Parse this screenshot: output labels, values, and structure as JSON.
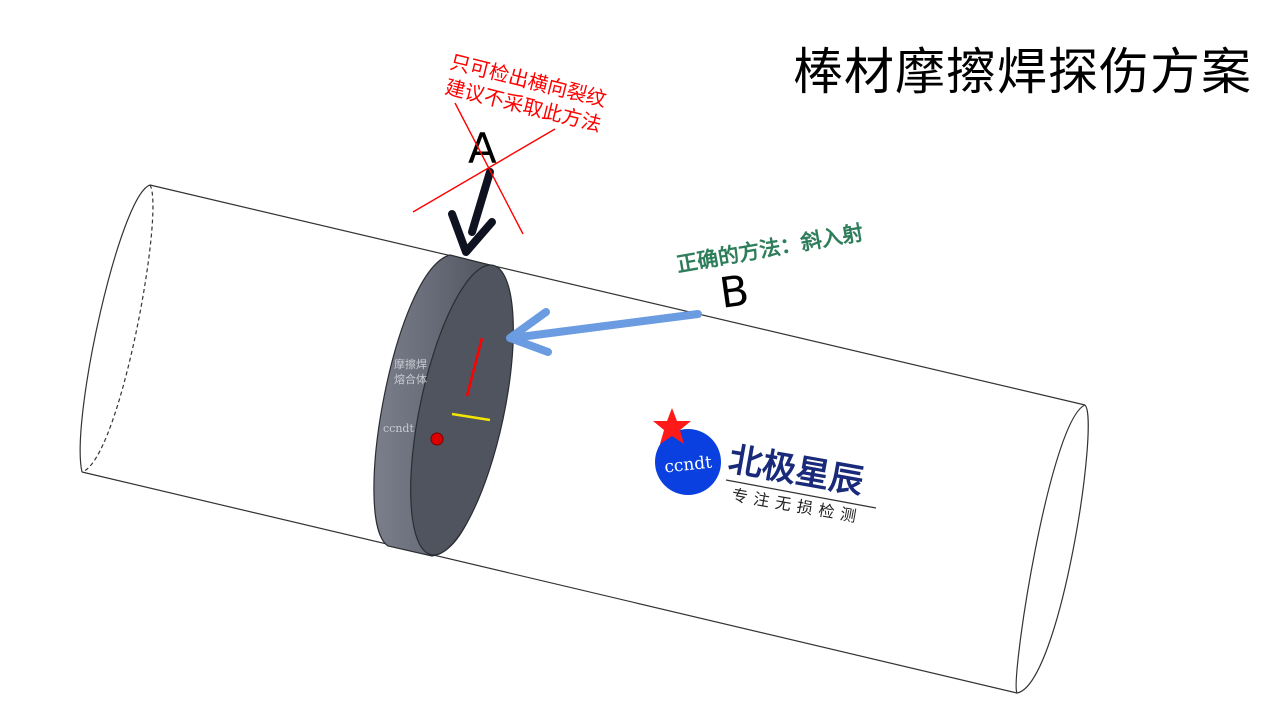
{
  "slide": {
    "title": "棒材摩擦焊探伤方案"
  },
  "annotations": {
    "reject_note_line1": "只可检出横向裂纹",
    "reject_note_line2": "建议不采取此方法",
    "label_a": "A",
    "label_b": "B",
    "correct_method": "正确的方法：斜入射"
  },
  "weld_zone": {
    "label_line1": "摩擦焊",
    "label_line2": "熔合体",
    "mark": "ccndt"
  },
  "logo": {
    "badge_text": "ccndt",
    "name": "北极星辰",
    "tagline": "专注无损检测"
  },
  "colors": {
    "reject": "#ff0000",
    "correct_text": "#2e7d5b",
    "arrow_b": "#6b9be0",
    "arrow_a": "#0f1220",
    "weld_disc": "#5f6370",
    "weld_face": "#4e525d",
    "crack_red": "#ff0000",
    "crack_yellow": "#f2e600",
    "logo_blue": "#0a3fe0",
    "logo_navy": "#1a2a7a",
    "logo_star": "#ff1a1a"
  }
}
